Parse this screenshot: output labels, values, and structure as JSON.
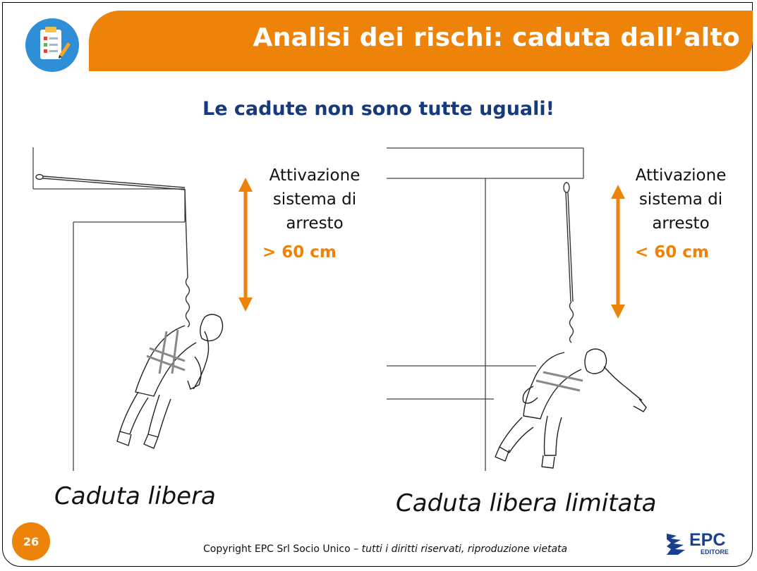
{
  "header": {
    "title": "Analisi dei rischi: caduta dall’alto",
    "icon": "clipboard-checklist-icon"
  },
  "subtitle": "Le cadute non sono tutte uguali!",
  "left": {
    "annotation": [
      "Attivazione",
      "sistema di",
      "arresto"
    ],
    "measure": "> 60 cm",
    "caption": "Caduta libera"
  },
  "right": {
    "annotation": [
      "Attivazione",
      "sistema di",
      "arresto"
    ],
    "measure": "< 60 cm",
    "caption": "Caduta libera limitata"
  },
  "footer": {
    "page_number": "26",
    "copyright": "Copyright EPC Srl Socio Unico – ",
    "copyright_italic": "tutti i diritti riservati, riproduzione vietata"
  },
  "brand": {
    "name": "EPC",
    "sub": "EDITORE"
  },
  "colors": {
    "accent": "#ee8309",
    "title_blue": "#163a7a",
    "icon_blue": "#2e8fd6"
  }
}
